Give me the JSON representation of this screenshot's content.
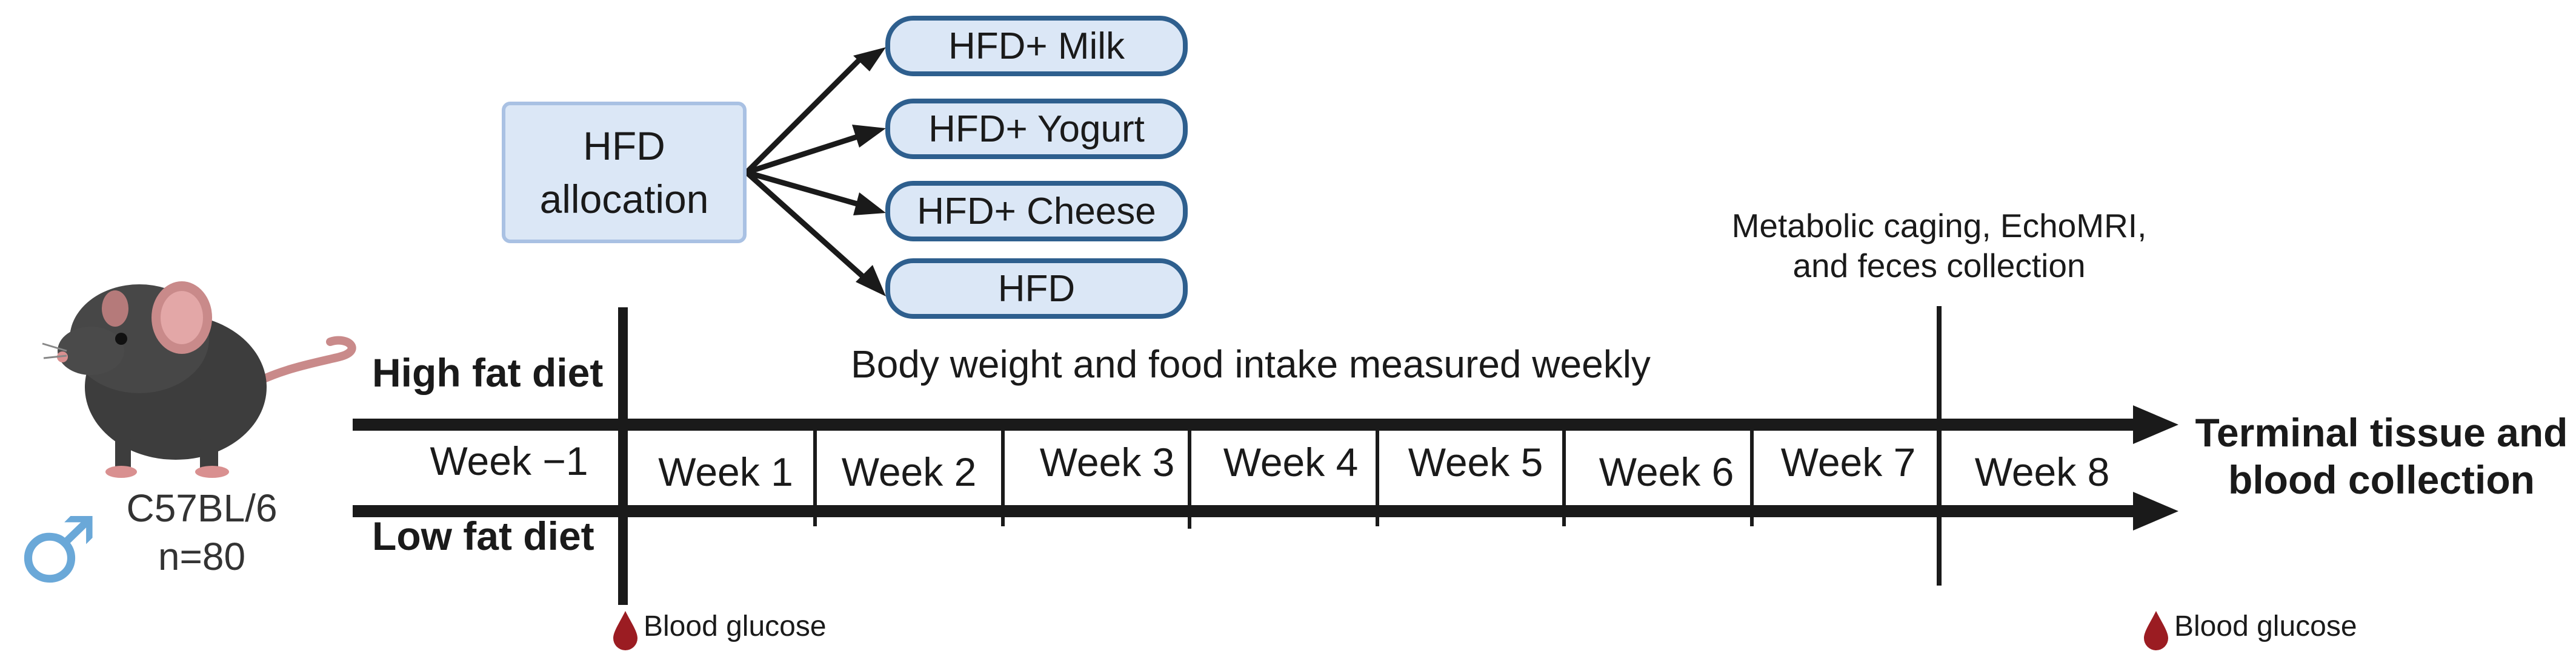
{
  "allocation": {
    "line1": "HFD",
    "line2": "allocation"
  },
  "groups": [
    "HFD+ Milk",
    "HFD+ Yogurt",
    "HFD+ Cheese",
    "HFD"
  ],
  "diet_labels": {
    "high": "High fat diet",
    "low": "Low fat diet"
  },
  "measure_note": "Body weight and food intake measured weekly",
  "metabolic_note": {
    "line1": "Metabolic caging, EchoMRI,",
    "line2": "and feces collection"
  },
  "weeks": [
    "Week −1",
    "Week 1",
    "Week 2",
    "Week 3",
    "Week 4",
    "Week 5",
    "Week 6",
    "Week 7",
    "Week 8"
  ],
  "terminal": {
    "line1": "Terminal tissue and",
    "line2": "blood collection"
  },
  "blood_glucose": [
    "Blood glucose",
    "Blood glucose"
  ],
  "mouse": {
    "strain": "C57BL/6",
    "n": "n=80",
    "sex_symbol": "♂"
  },
  "colors": {
    "box_fill": "#dbe7f6",
    "pill_border": "#2e5f8e",
    "alloc_border": "#a9c1e3",
    "arrow": "#1a1a1a",
    "blood": "#9b1c22",
    "male_symbol": "#6aa8d8"
  }
}
